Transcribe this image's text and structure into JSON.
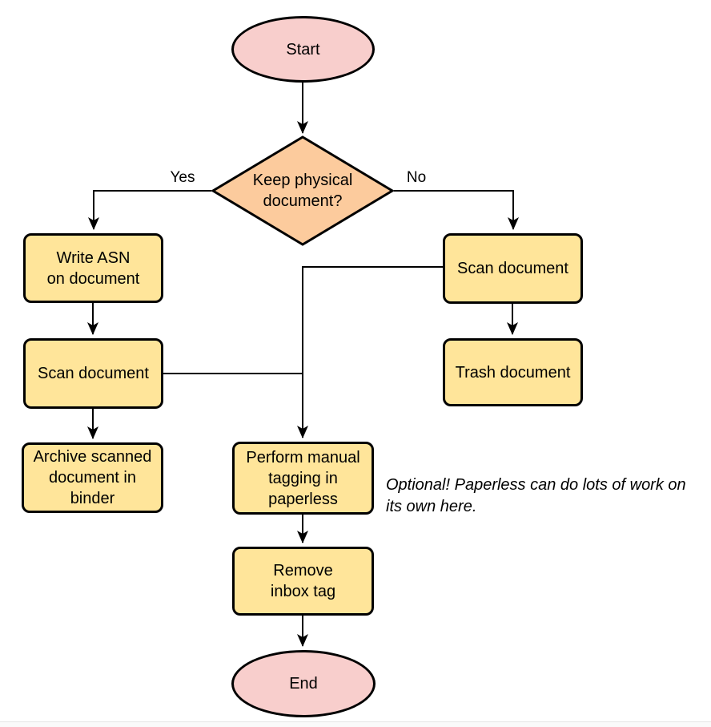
{
  "colors": {
    "terminal_fill": "#f8cecc",
    "decision_fill": "#fccb9d",
    "process_fill": "#ffe59a",
    "shape_border": "#000000",
    "connector": "#000000",
    "text": "#000000"
  },
  "nodes": {
    "start": {
      "type": "terminal",
      "label": "Start"
    },
    "decision": {
      "type": "decision",
      "label": "Keep physical\ndocument?"
    },
    "write_asn": {
      "type": "process",
      "label": "Write ASN\non document"
    },
    "scan_left": {
      "type": "process",
      "label": "Scan document"
    },
    "archive": {
      "type": "process",
      "label": "Archive scanned\ndocument in\nbinder"
    },
    "scan_right": {
      "type": "process",
      "label": "Scan document"
    },
    "trash": {
      "type": "process",
      "label": "Trash document"
    },
    "tagging": {
      "type": "process",
      "label": "Perform manual\ntagging in\npaperless"
    },
    "remove_inbox": {
      "type": "process",
      "label": "Remove\ninbox tag"
    },
    "end": {
      "type": "terminal",
      "label": "End"
    }
  },
  "edge_labels": {
    "yes": "Yes",
    "no": "No"
  },
  "annotation": {
    "text": "Optional! Paperless can do lots of work on\nits own here."
  }
}
